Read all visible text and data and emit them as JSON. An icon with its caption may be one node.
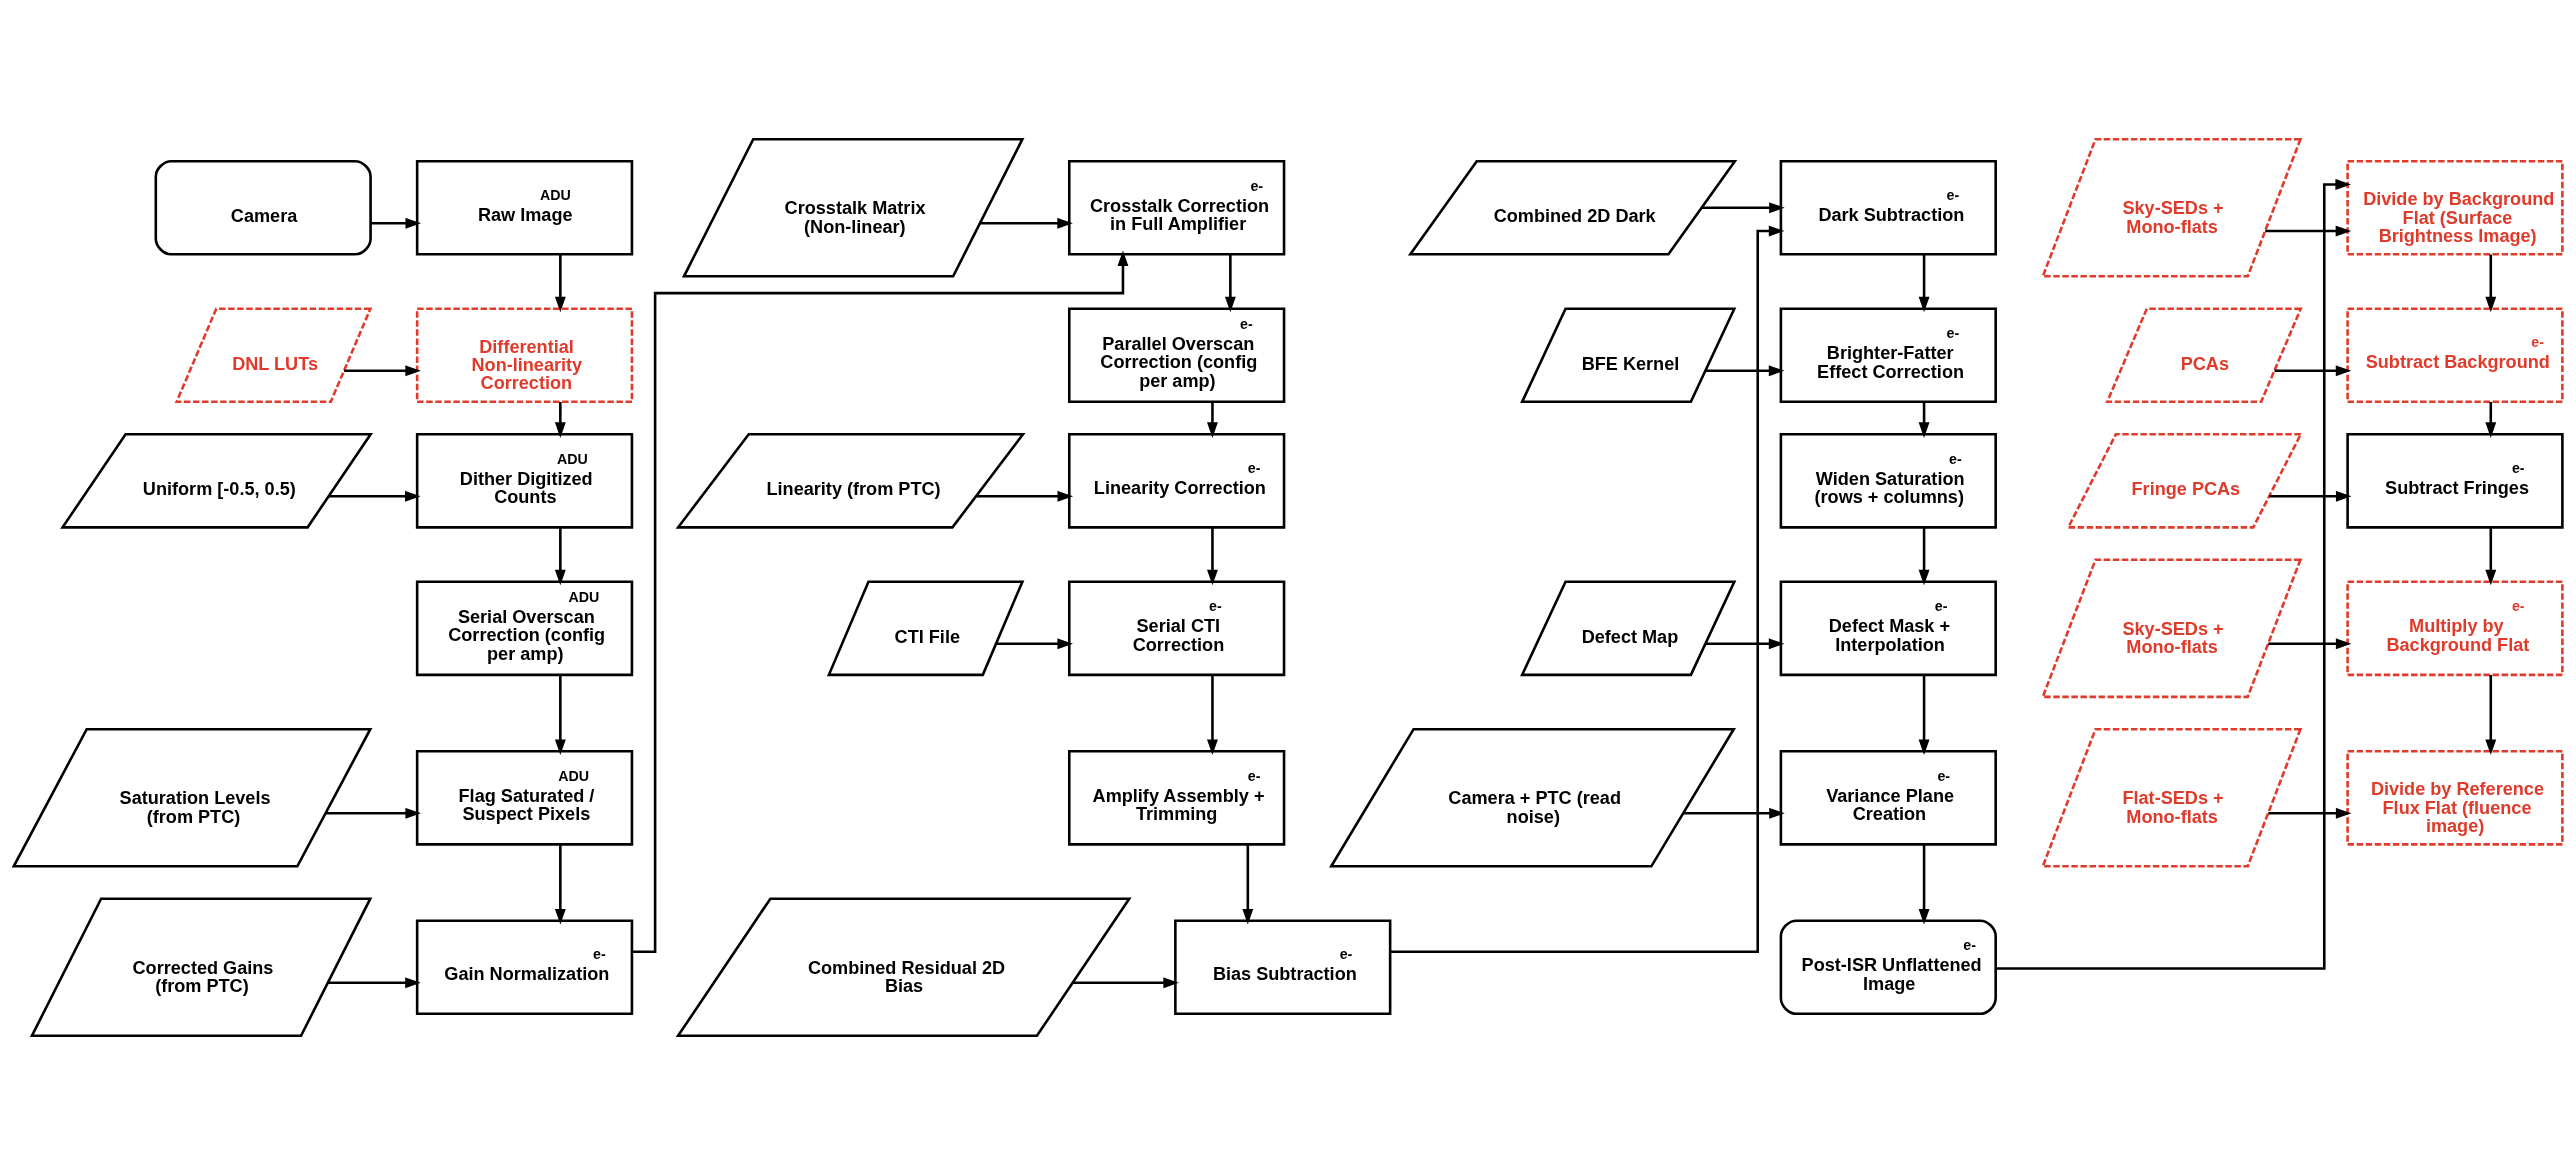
{
  "diagram": {
    "nodes": [
      {
        "text": [
          "Camera"
        ]
      },
      {
        "text": [
          "ADU",
          "Raw Image"
        ]
      },
      {
        "text": [
          "DNL LUTs"
        ]
      },
      {
        "text": [
          "Differential Non-linearity Correction"
        ]
      },
      {
        "text": [
          "Uniform [-0.5, 0.5)"
        ]
      },
      {
        "text": [
          "ADU",
          "Dither Digitized Counts"
        ]
      },
      {
        "text": [
          "ADU",
          "Serial Overscan Correction (config per amp)"
        ]
      },
      {
        "text": [
          "Saturation Levels (from PTC)"
        ]
      },
      {
        "text": [
          "ADU",
          "Flag Saturated / Suspect Pixels"
        ]
      },
      {
        "text": [
          "Corrected Gains (from PTC)"
        ]
      },
      {
        "text": [
          "e-",
          "Gain Normalization"
        ]
      },
      {
        "text": [
          "Crosstalk Matrix (Non-linear)"
        ]
      },
      {
        "text": [
          "e-",
          "Crosstalk Correction in Full Amplifier"
        ]
      },
      {
        "text": [
          "e-",
          "Parallel Overscan Correction (config per amp)"
        ]
      },
      {
        "text": [
          "Linearity (from PTC)"
        ]
      },
      {
        "text": [
          "e-",
          "Linearity Correction"
        ]
      },
      {
        "text": [
          "CTI File"
        ]
      },
      {
        "text": [
          "e-",
          "Serial CTI Correction"
        ]
      },
      {
        "text": [
          "e-",
          "Amplify Assembly + Trimming"
        ]
      },
      {
        "text": [
          "Combined Residual 2D Bias"
        ]
      },
      {
        "text": [
          "e-",
          "Bias Subtraction"
        ]
      },
      {
        "text": [
          "Combined 2D Dark"
        ]
      },
      {
        "text": [
          "e-",
          "Dark Subtraction"
        ]
      },
      {
        "text": [
          "BFE Kernel"
        ]
      },
      {
        "text": [
          "e-",
          "Brighter-Fatter Effect Correction"
        ]
      },
      {
        "text": [
          "e-",
          "Widen Saturation (rows + columns)"
        ]
      },
      {
        "text": [
          "Defect Map"
        ]
      },
      {
        "text": [
          "e-",
          "Defect Mask + Interpolation"
        ]
      },
      {
        "text": [
          "Camera + PTC (read noise)"
        ]
      },
      {
        "text": [
          "e-",
          "Variance Plane Creation"
        ]
      },
      {
        "text": [
          "e-",
          "Post-ISR Unflattened Image"
        ]
      },
      {
        "text": [
          "Sky-SEDs + Mono-flats"
        ]
      },
      {
        "text": [
          "Divide by Background Flat (Surface Brightness Image)"
        ]
      },
      {
        "text": [
          "PCAs"
        ]
      },
      {
        "text": [
          "e-",
          "Subtract Background"
        ]
      },
      {
        "text": [
          "Fringe PCAs"
        ]
      },
      {
        "text": [
          "e-",
          "Subtract Fringes"
        ]
      },
      {
        "text": [
          "Sky-SEDs + Mono-flats"
        ]
      },
      {
        "text": [
          "e-",
          "Multiply by Background Flat"
        ]
      },
      {
        "text": [
          "Flat-SEDs + Mono-flats"
        ]
      },
      {
        "text": [
          "Divide by Reference Flux Flat (fluence image)"
        ]
      }
    ],
    "edges": [
      {
        "from": 0,
        "to": 1,
        "arrow": "to"
      },
      {
        "from": 2,
        "to": 3,
        "arrow": "to"
      },
      {
        "from": 1,
        "to": 3,
        "arrow": "to"
      },
      {
        "from": 3,
        "to": 5,
        "arrow": "to"
      },
      {
        "from": 4,
        "to": 5,
        "arrow": "to"
      },
      {
        "from": 5,
        "to": 6,
        "arrow": "to"
      },
      {
        "from": 6,
        "to": 8,
        "arrow": "to"
      },
      {
        "from": 7,
        "to": 8,
        "arrow": "to"
      },
      {
        "from": 8,
        "to": 10,
        "arrow": "to"
      },
      {
        "from": 9,
        "to": 10,
        "arrow": "to"
      },
      {
        "from": 10,
        "to": 12,
        "arrow": "to"
      },
      {
        "from": 11,
        "to": 12,
        "arrow": "to"
      },
      {
        "from": 12,
        "to": 13,
        "arrow": "to"
      },
      {
        "from": 13,
        "to": 15,
        "arrow": "to"
      },
      {
        "from": 14,
        "to": 15,
        "arrow": "to"
      },
      {
        "from": 15,
        "to": 17,
        "arrow": "to"
      },
      {
        "from": 16,
        "to": 17,
        "arrow": "to"
      },
      {
        "from": 17,
        "to": 18,
        "arrow": "to"
      },
      {
        "from": 18,
        "to": 20,
        "arrow": "to"
      },
      {
        "from": 19,
        "to": 20,
        "arrow": "to"
      },
      {
        "from": 20,
        "to": 22,
        "arrow": "to"
      },
      {
        "from": 21,
        "to": 22,
        "arrow": "to"
      },
      {
        "from": 22,
        "to": 24,
        "arrow": "to"
      },
      {
        "from": 23,
        "to": 24,
        "arrow": "to"
      },
      {
        "from": 24,
        "to": 25,
        "arrow": "to"
      },
      {
        "from": 25,
        "to": 27,
        "arrow": "to"
      },
      {
        "from": 26,
        "to": 27,
        "arrow": "to"
      },
      {
        "from": 27,
        "to": 29,
        "arrow": "to"
      },
      {
        "from": 28,
        "to": 29,
        "arrow": "to"
      },
      {
        "from": 29,
        "to": 30,
        "arrow": "to"
      },
      {
        "from": 30,
        "to": 32,
        "arrow": "to"
      },
      {
        "from": 31,
        "to": 32,
        "arrow": "to"
      },
      {
        "from": 32,
        "to": 34,
        "arrow": "to"
      },
      {
        "from": 33,
        "to": 34,
        "arrow": "to"
      },
      {
        "from": 34,
        "to": 36,
        "arrow": "to"
      },
      {
        "from": 35,
        "to": 36,
        "arrow": "to"
      },
      {
        "from": 36,
        "to": 38,
        "arrow": "to"
      },
      {
        "from": 37,
        "to": 38,
        "arrow": "to"
      },
      {
        "from": 38,
        "to": 40,
        "arrow": "to"
      },
      {
        "from": 39,
        "to": 40,
        "arrow": "to"
      }
    ]
  }
}
